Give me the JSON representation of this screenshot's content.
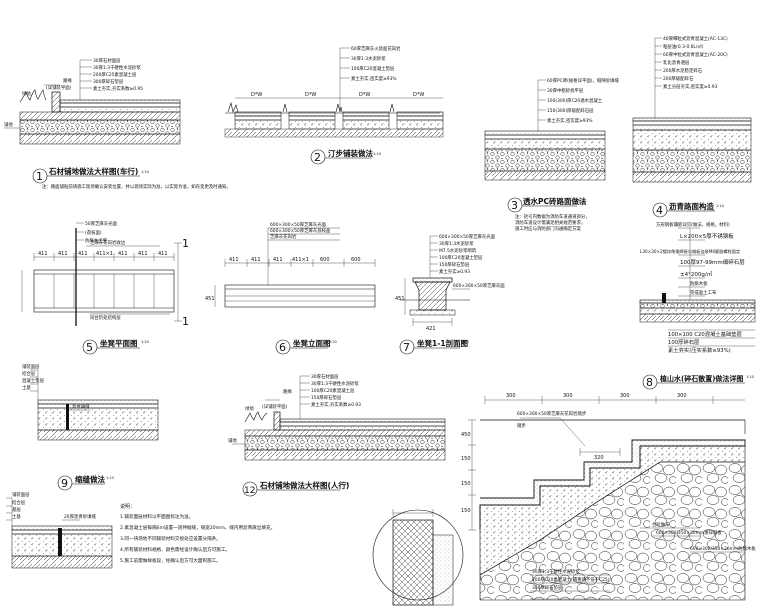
{
  "drawing": {
    "d1": {
      "num": "1",
      "title": "石材铺地做法大样图(车行)",
      "scale": "1:10",
      "layers": [
        "30厚石材面层",
        "30厚1:3干硬性水泥砂浆",
        "200厚C25素混凝土层",
        "300厚碎石垫层",
        "素土夯实,夯实系数≥0.95"
      ],
      "labels": [
        "路缘",
        "(详铺装平面)",
        "绿地",
        "铺地"
      ],
      "note": "注：路面铺贴前请施工现场确认安装位置，并以现场实际为准，以实际为准，如有变更及时通知。"
    },
    "d2": {
      "num": "2",
      "title": "汀步铺装做法",
      "scale": "1:10",
      "layers": [
        "60厚芝麻灰火烧面花岗岩",
        "30厚1:3水泥砂浆",
        "100厚C20混凝土垫层",
        "素土夯实,密实度≥93%"
      ],
      "dims": [
        "D*W",
        "D*W",
        "D*W",
        "D*W"
      ]
    },
    "d3": {
      "num": "3",
      "title": "透水PC砖路面做法",
      "scale": "1:10",
      "layers": [
        "60厚PC砖(规格详平面)，缝隙砂填缝",
        "30厚中粗砂找平层",
        "100(300)厚C20透水混凝土",
        "150(300)厚级配碎石层",
        "素土夯实,密实度≥93%"
      ],
      "note": [
        "注：括号内数据为消防车道通道部分，",
        "消防车道设计需满足相关规范要求，",
        "施工时应与消防部门沟通确定方案"
      ]
    },
    "d4": {
      "num": "4",
      "title": "沥青路面构造",
      "scale": "1:10",
      "layers": [
        "40厚细粒式沥青混凝土(AC-13C)",
        "粘层油(0.3-0.6L/㎡)",
        "60厚中粒式沥青混凝土(AC-20C)",
        "乳化沥青透层",
        "200厚水泥稳定碎石",
        "200厚级配碎石",
        "素土分层夯实,密实度≥0.93"
      ]
    },
    "d5": {
      "num": "5",
      "title": "坐凳平面图",
      "scale": "1:20",
      "labels": [
        "50厚芝麻灰光面",
        "(荔枝面)",
        "防腐木坐凳",
        "芝麻灰花岗岩收边",
        "同台阶处结构层"
      ],
      "dims": [
        "411",
        "411",
        "411",
        "411×1",
        "411",
        "411",
        "411"
      ],
      "section": "1"
    },
    "d6": {
      "num": "6",
      "title": "坐凳立面图",
      "scale": "1:20",
      "labels": [
        "600×300×50厚芝麻灰光面",
        "600×300×50厚芝麻灰荔枝面",
        "芝麻灰花岗岩"
      ],
      "dims": [
        "411",
        "411",
        "411",
        "411×1",
        "600",
        "600",
        "451"
      ]
    },
    "d7": {
      "num": "7",
      "title": "坐凳1-1剖面图",
      "scale": "1:20",
      "labels": [
        "600×300×50厚芝麻灰光面",
        "30厚1:3水泥砂浆",
        "M7.5水泥砂浆砌筑",
        "100厚C20混凝土垫层",
        "150厚碎石垫层",
        "素土夯实≥0.93",
        "600×300×50厚芝麻灰面"
      ],
      "dims": [
        "421",
        "451"
      ]
    },
    "d8": {
      "num": "8",
      "title": "植山水(碎石散置)做法详图",
      "scale": "1:10",
      "labels": [
        "方形钢板镶嵌详见(做法，规格，材料)",
        "L×200×5厚不锈钢板",
        "L30×30×2镀锌角钢焊接与钢板连接M6膨胀螺栓固定",
        "100厚97-99mm细碎石层",
        "±4°200g/㎡",
        "防腐木板",
        "完成面土工布",
        "100×100 C20混凝土基础垫层",
        "100厚碎石层",
        "素土夯实(压实系数≥93%)"
      ],
      "dims": [
        "300",
        "300",
        "300",
        "300"
      ],
      "stair": [
        "600×300×50厚芝麻灰花岗岩踏步",
        "踏步",
        "600×300/350×30mm镀锌钢板",
        "600×300/350×30mm防腐木板",
        "30厚1:3干硬性水泥砂浆",
        "200厚C20素混凝土(遇重荷不低于C25)",
        "300厚碎石垫层",
        "台阶做法"
      ],
      "vdims": [
        "450",
        "150",
        "150",
        "150",
        "150"
      ],
      "hdim": "320"
    },
    "d9": {
      "num": "9",
      "title": "缩缝做法",
      "scale": "1:10",
      "labels": [
        "铺装面层",
        "结合层",
        "混凝土垫层",
        "土基",
        "沥青填缝",
        "铺装面层",
        "结合层",
        "20厚沥青砂填缝",
        "基层",
        "土基"
      ]
    },
    "d12": {
      "num": "12",
      "title": "石材铺地做法大样图(人行)",
      "scale": "1:10",
      "layers": [
        "30厚石材面层",
        "30厚1:3干硬性水泥砂浆",
        "100厚C20素混凝土层",
        "150厚碎石垫层",
        "素土夯实,夯实系数≥0.93"
      ],
      "labels": [
        "路缘",
        "(详铺装平面)",
        "绿地",
        "铺地"
      ]
    },
    "notes": {
      "title": "说明：",
      "lines": [
        "1.铺装面层材料以平面图标注为准。",
        "2.素混凝土层每隔6m设置一道伸缩缝，缝宽20mm，缝内用沥青麻丝填充。",
        "3.同一块场地不同铺装材料交接处应设置分隔条。",
        "4.所有铺装材料规格、颜色需经设计确认后方可施工。",
        "5.施工前需做样板段，经确认后方可大面积施工。"
      ]
    }
  }
}
